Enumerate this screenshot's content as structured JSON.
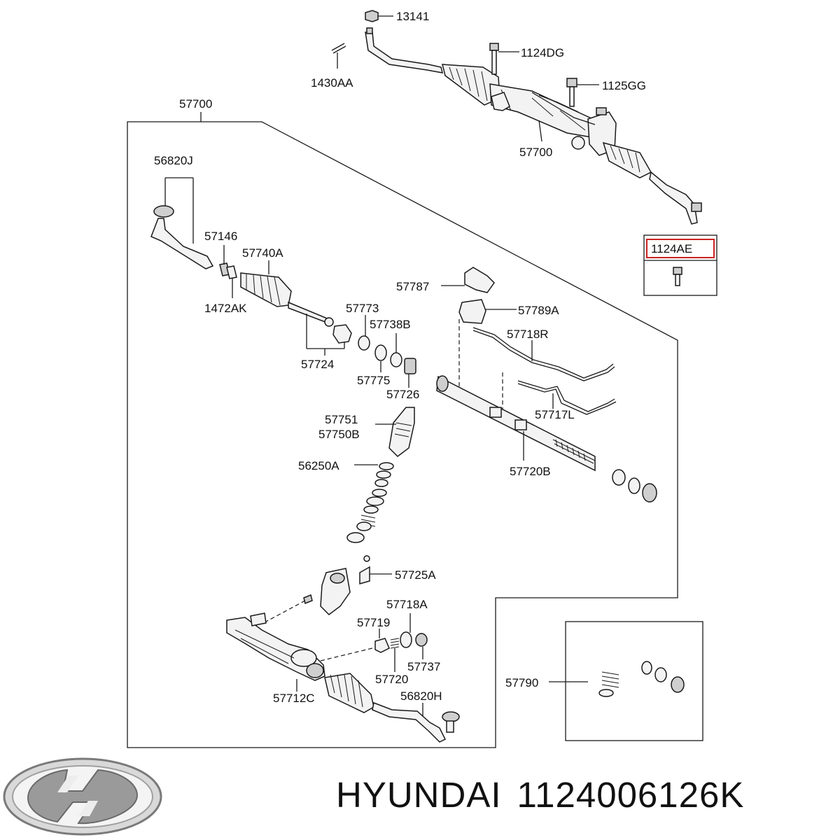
{
  "labels": {
    "l13141": "13141",
    "l1430AA": "1430AA",
    "l1124DG": "1124DG",
    "l1125GG": "1125GG",
    "l57700_top": "57700",
    "l57700_rack": "57700",
    "l1124AE": "1124AE",
    "l56820J": "56820J",
    "l57146": "57146",
    "l57740A": "57740A",
    "l1472AK": "1472AK",
    "l57787": "57787",
    "l57773": "57773",
    "l57738B": "57738B",
    "l57789A": "57789A",
    "l57718R": "57718R",
    "l57724": "57724",
    "l57775": "57775",
    "l57726": "57726",
    "l57717L": "57717L",
    "l57751": "57751",
    "l57750B": "57750B",
    "l56250A": "56250A",
    "l57720B": "57720B",
    "l57725A": "57725A",
    "l57718A": "57718A",
    "l57719": "57719",
    "l57737": "57737",
    "l57720": "57720",
    "l57712C": "57712C",
    "l56820H": "56820H",
    "l57790": "57790"
  },
  "highlight_color": "#cc2222",
  "brand": {
    "name": "HYUNDAI",
    "part_number": "1124006126K",
    "logo_icon": "hyundai-logo-icon"
  }
}
